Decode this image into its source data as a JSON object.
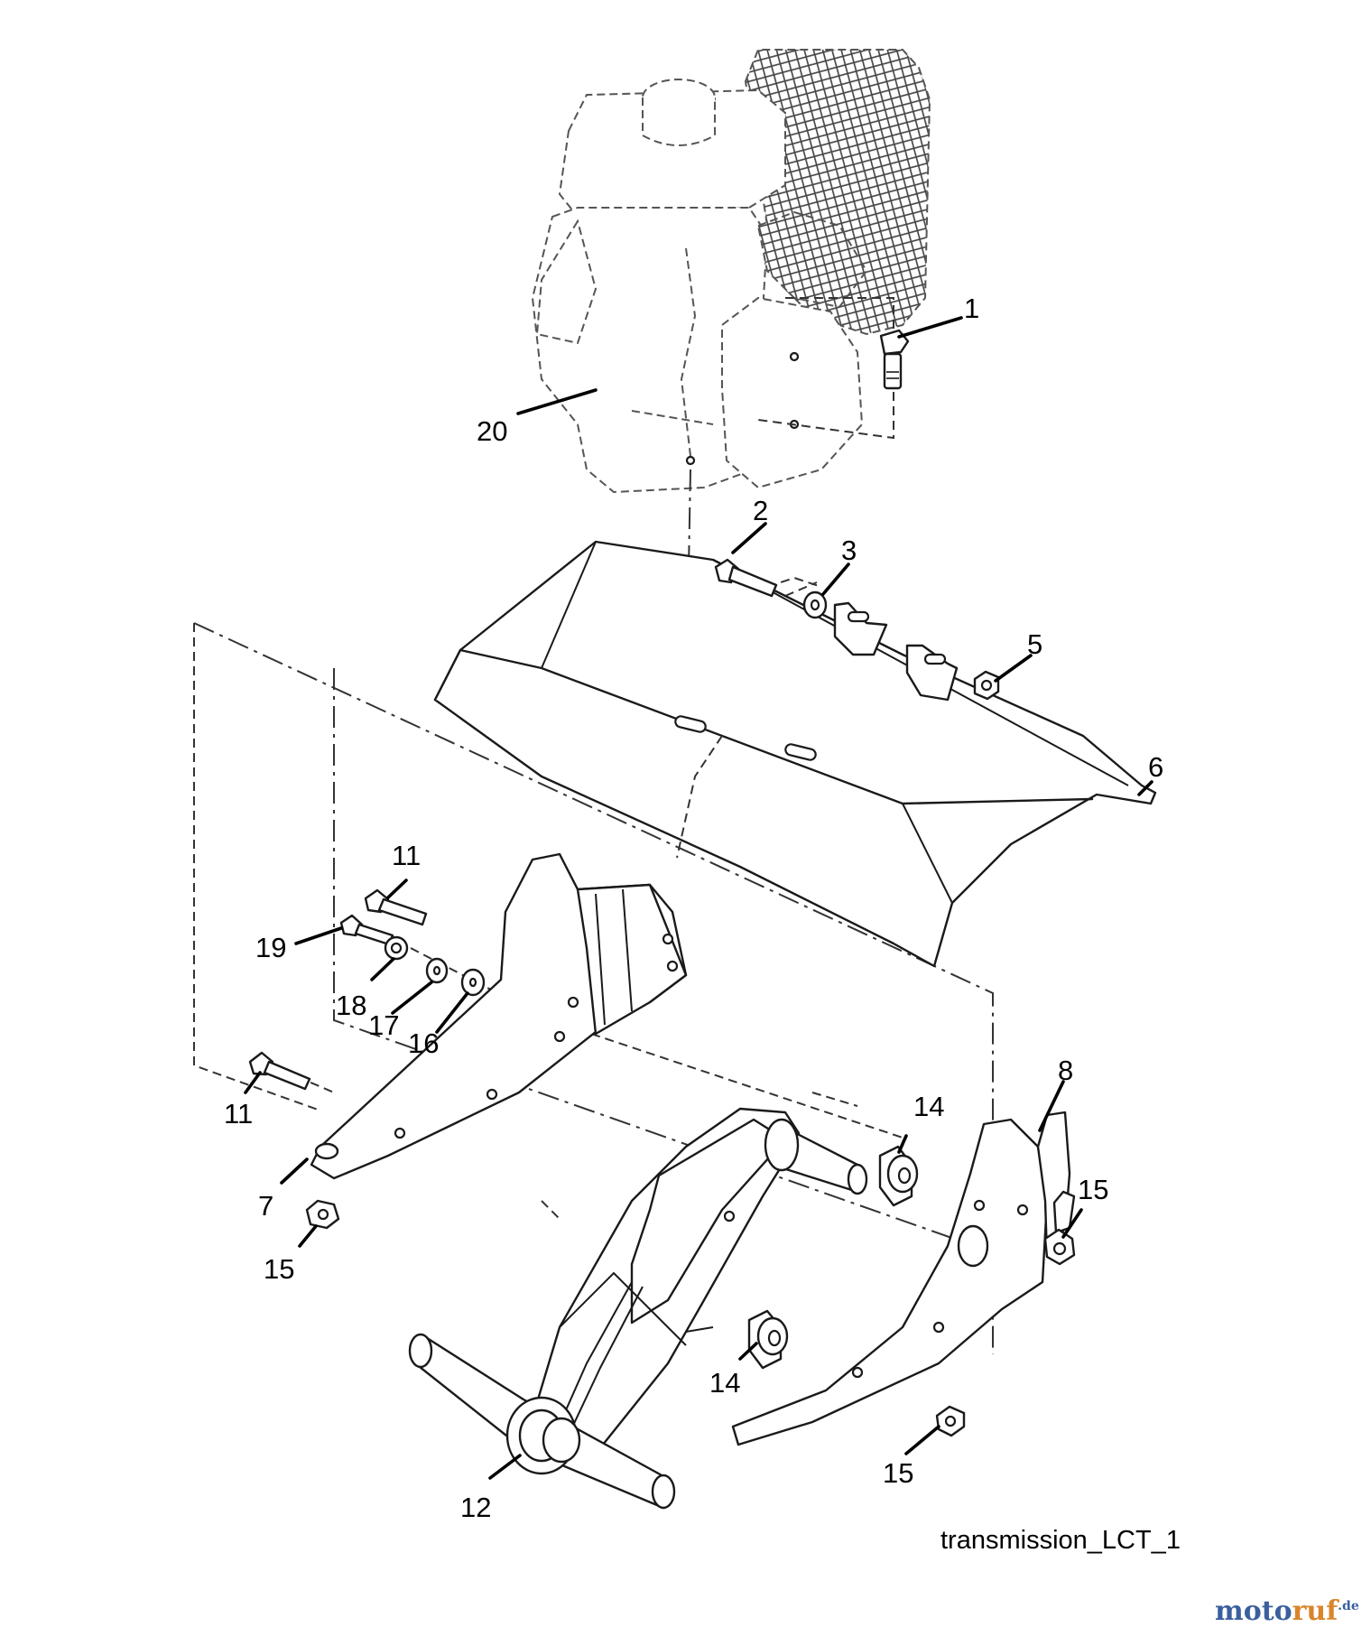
{
  "diagram": {
    "reference": "transmission_LCT_1",
    "watermark": "motoruf.de",
    "callouts": {
      "c1": "1",
      "c2": "2",
      "c3": "3",
      "c5": "5",
      "c6": "6",
      "c7": "7",
      "c8": "8",
      "c11a": "11",
      "c11b": "11",
      "c12": "12",
      "c14a": "14",
      "c14b": "14",
      "c15a": "15",
      "c15b": "15",
      "c15c": "15",
      "c16": "16",
      "c17": "17",
      "c18": "18",
      "c19": "19",
      "c20": "20"
    }
  }
}
